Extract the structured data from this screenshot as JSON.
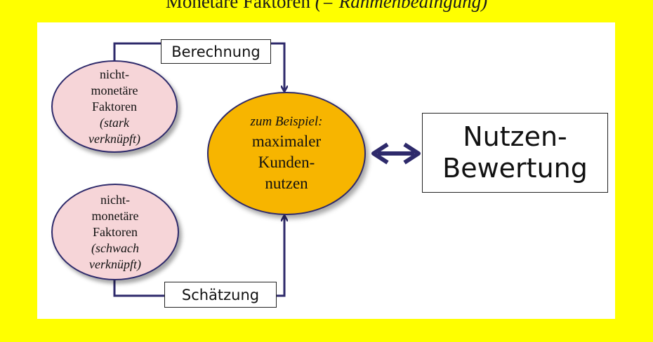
{
  "title": {
    "main": "Monetäre Faktoren",
    "sub": "(= Rahmenbedingung)"
  },
  "nodes": {
    "strong": {
      "line1": "nicht-",
      "line2": "monetäre",
      "line3": "Faktoren",
      "line4": "(stark",
      "line5": "verknüpft)"
    },
    "weak": {
      "line1": "nicht-",
      "line2": "monetäre",
      "line3": "Faktoren",
      "line4": "(schwach",
      "line5": "verknüpft)"
    },
    "center": {
      "line1": "zum Beispiel:",
      "line2": "maximaler",
      "line3": "Kunden-",
      "line4": "nutzen"
    },
    "calc": {
      "label": "Berechnung"
    },
    "estimate": {
      "label": "Schätzung"
    },
    "value": {
      "line1": "Nutzen-",
      "line2": "Bewertung"
    }
  },
  "colors": {
    "frame": "#ffff00",
    "pink": "#f6d5d8",
    "orange": "#f7b500",
    "arrow": "#2e2a6b"
  }
}
